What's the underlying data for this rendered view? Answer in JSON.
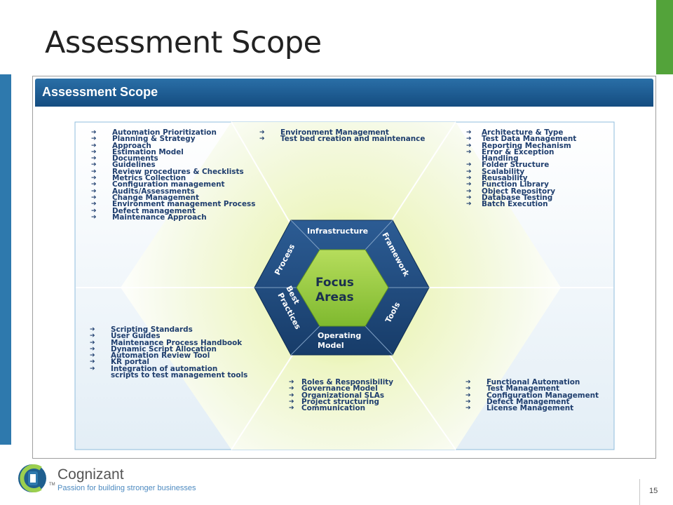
{
  "slide": {
    "title": "Assessment Scope",
    "page_number": "15"
  },
  "box": {
    "header": "Assessment Scope"
  },
  "center": {
    "line1": "Focus",
    "line2": "Areas"
  },
  "ring_labels": {
    "infrastructure": "Infrastructure",
    "framework": "Framework",
    "tools": "Tools",
    "operating1": "Operating",
    "operating2": "Model",
    "best1": "Best",
    "best2": "Practices",
    "process": "Process"
  },
  "arrow_glyph": "➔",
  "lists": {
    "process": [
      "Automation Prioritization",
      "Planning & Strategy",
      "Approach",
      "Estimation Model",
      "Documents",
      "Guidelines",
      "Review procedures & Checklists",
      "Metrics Collection",
      "Configuration management",
      "Audits/Assessments",
      "Change Management",
      "Environment management Process",
      "Defect management",
      "Maintenance Approach"
    ],
    "infrastructure": [
      "Environment Management",
      "Test bed creation and maintenance"
    ],
    "framework": [
      "Architecture & Type",
      "Test Data Management",
      "Reporting Mechanism",
      "Error & Exception",
      "Handling",
      "Folder Structure",
      "Scalability",
      "Reusability",
      "Function Library",
      "Object Repository",
      "Database Testing",
      "Batch Execution"
    ],
    "framework_arrows": [
      true,
      true,
      true,
      true,
      false,
      true,
      true,
      true,
      true,
      true,
      true,
      true
    ],
    "best_practices": [
      "Scripting Standards",
      "User Guides",
      "Maintenance Process Handbook",
      "Dynamic Script Allocation",
      "Automation Review Tool",
      "KR portal",
      "Integration of automation",
      "scripts to test management tools"
    ],
    "best_practices_arrows": [
      true,
      true,
      true,
      true,
      true,
      true,
      true,
      false
    ],
    "operating_model": [
      "Roles & Responsibility",
      "Governance Model",
      "Organizational SLAs",
      "Project structuring",
      "Communication"
    ],
    "tools": [
      "Functional Automation",
      "Test Management",
      "Configuration Management",
      "Defect Management",
      "License Management"
    ]
  },
  "footer": {
    "brand": "Cognizant",
    "tagline": "Passion for building stronger businesses",
    "tm": "TM"
  },
  "colors": {
    "accent_green": "#53a33a",
    "accent_blue": "#2e79ad",
    "ring_navy": "#1e4677",
    "center_green": "#8dc43c",
    "text_navy": "#1f3e6e"
  }
}
